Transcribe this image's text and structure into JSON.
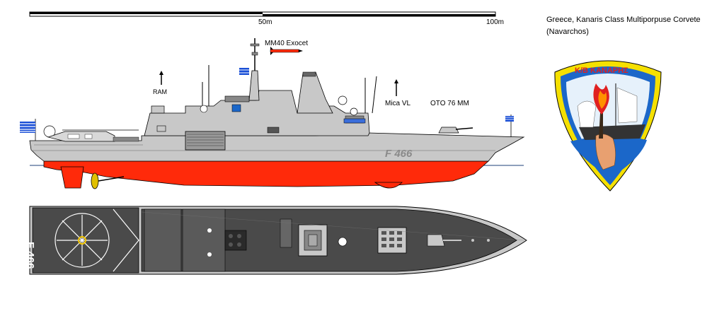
{
  "scale": {
    "mid_label": "50m",
    "end_label": "100m"
  },
  "title": {
    "line1": "Greece, Kanaris Class Multiporpuse Corvete",
    "line2": "(Navarchos)"
  },
  "weapons": {
    "exocet": "MM40 Exocet",
    "ram": "RAM",
    "mica": "Mica VL",
    "oto": "OTO 76 MM"
  },
  "hull_number": "F 466",
  "deck_number": "F 466",
  "emblem_text": "Κ/Β ΚΑΝΑΡΗΣ",
  "colors": {
    "hull_grey": "#c8c8c8",
    "waterline_red": "#ff2a0a",
    "deck_dark": "#4a4a4a",
    "emblem_yellow": "#f5e000",
    "emblem_blue": "#1b67c9",
    "emblem_red": "#e02020",
    "flag_blue": "#1a4fd6"
  }
}
